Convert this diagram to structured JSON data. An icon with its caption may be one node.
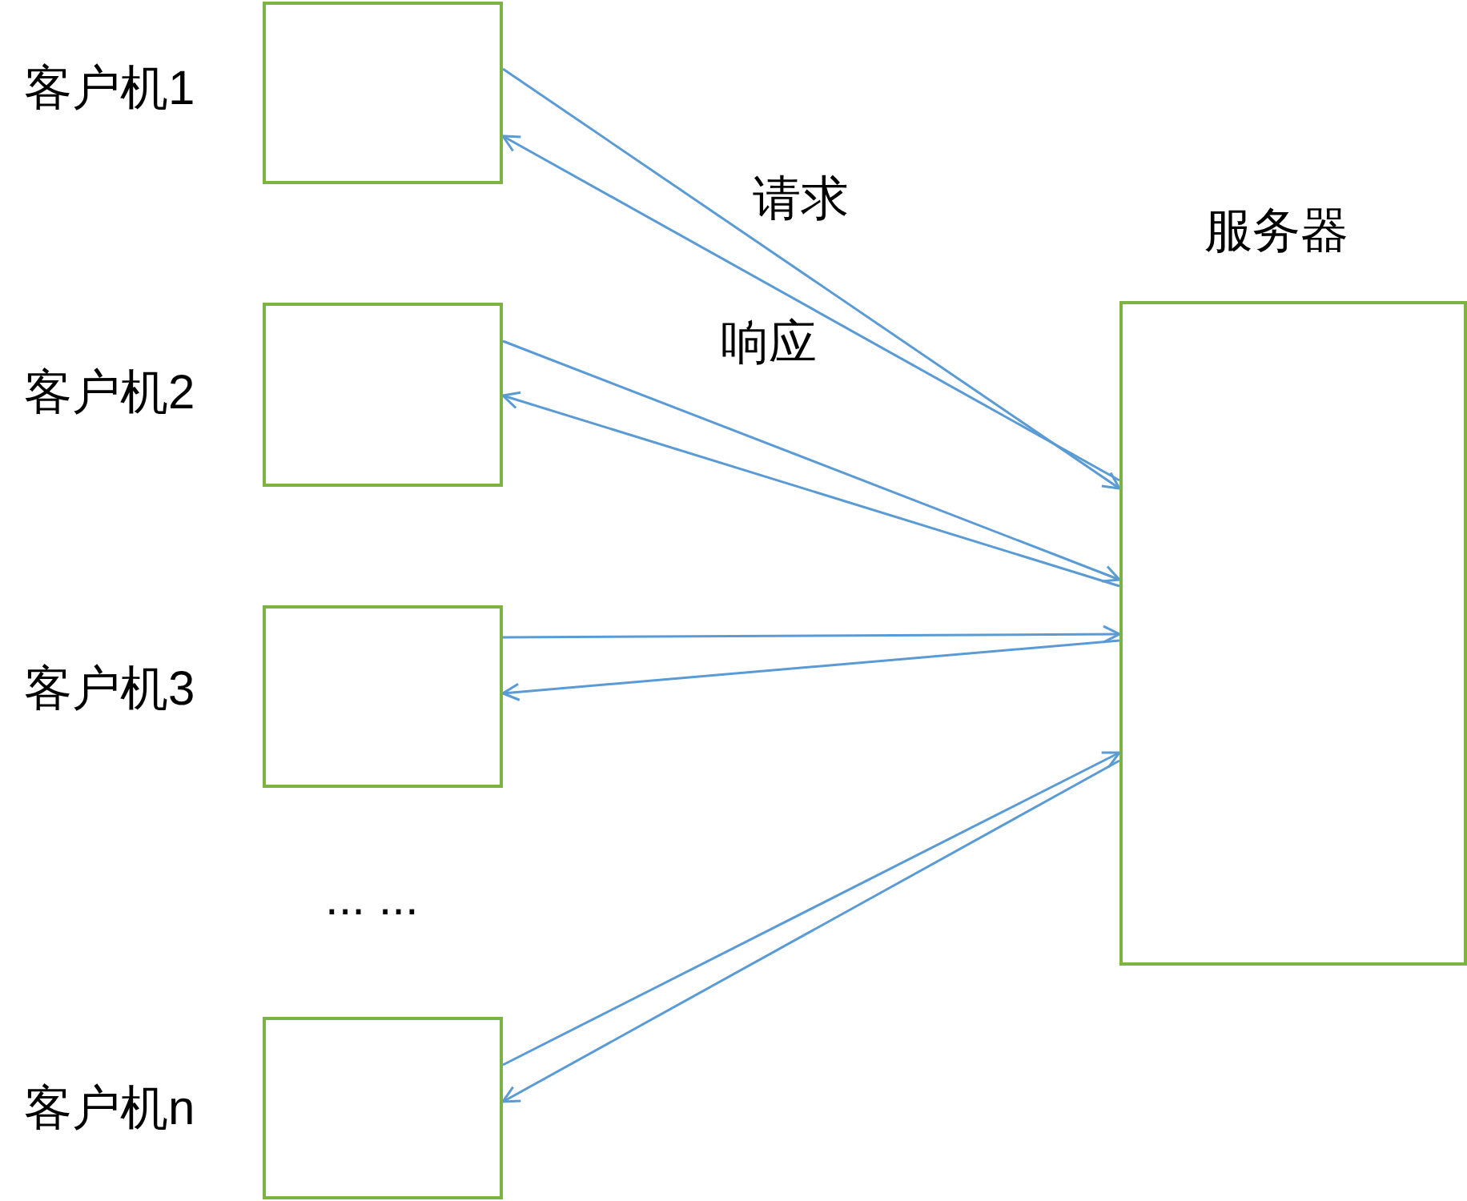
{
  "diagram": {
    "nodes": [
      {
        "text": [
          "客户机1"
        ]
      },
      {
        "text": [
          "客户机2"
        ]
      },
      {
        "text": [
          "客户机3"
        ]
      },
      {
        "text": [
          "客户机n"
        ]
      },
      {
        "text": [
          "服务器"
        ]
      }
    ],
    "edges": [
      {
        "from": 0,
        "to": 4,
        "arrow": "to",
        "label": "请求"
      },
      {
        "from": 4,
        "to": 0,
        "arrow": "to",
        "label": "响应"
      },
      {
        "from": 1,
        "to": 4,
        "arrow": "to"
      },
      {
        "from": 4,
        "to": 1,
        "arrow": "to"
      },
      {
        "from": 2,
        "to": 4,
        "arrow": "to"
      },
      {
        "from": 4,
        "to": 2,
        "arrow": "to"
      },
      {
        "from": 3,
        "to": 4,
        "arrow": "to"
      },
      {
        "from": 4,
        "to": 3,
        "arrow": "to"
      }
    ],
    "labels": [
      "... ..."
    ]
  }
}
